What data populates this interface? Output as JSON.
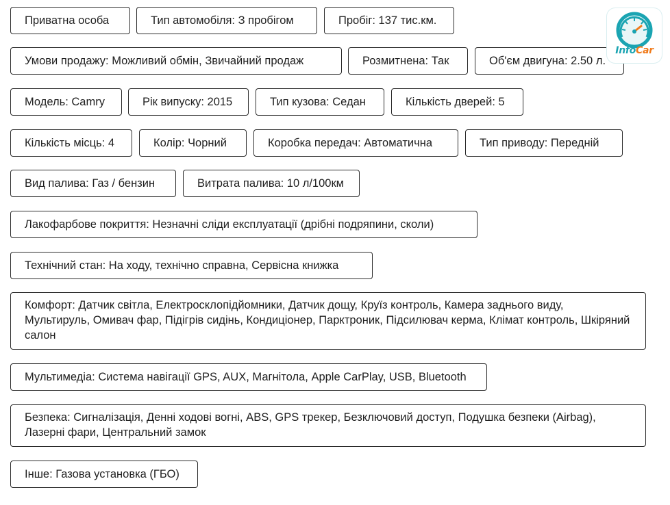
{
  "specs": [
    {
      "key": "seller",
      "text": "Приватна особа"
    },
    {
      "key": "vehicle_type",
      "text": "Тип автомобіля: З пробігом"
    },
    {
      "key": "mileage",
      "text": "Пробіг: 137 тис.км."
    },
    {
      "key": "sale_terms",
      "text": "Умови продажу: Можливий обмін, Звичайний продаж"
    },
    {
      "key": "customs",
      "text": "Розмитнена: Так"
    },
    {
      "key": "engine_volume",
      "text": "Об'єм двигуна: 2.50 л."
    },
    {
      "key": "model",
      "text": "Модель: Camry"
    },
    {
      "key": "year",
      "text": "Рік випуску: 2015"
    },
    {
      "key": "body_type",
      "text": "Тип кузова: Седан"
    },
    {
      "key": "doors",
      "text": "Кількість дверей: 5"
    },
    {
      "key": "seats",
      "text": "Кількість місць: 4"
    },
    {
      "key": "color",
      "text": "Колір: Чорний"
    },
    {
      "key": "gearbox",
      "text": "Коробка передач: Автоматична"
    },
    {
      "key": "drive",
      "text": "Тип приводу: Передній"
    },
    {
      "key": "fuel",
      "text": "Вид палива: Газ / бензин"
    },
    {
      "key": "consumption",
      "text": "Витрата палива: 10 л/100км"
    },
    {
      "key": "paint",
      "text": "Лакофарбове покриття: Незначні сліди експлуатації (дрібні подряпини, сколи)"
    },
    {
      "key": "condition",
      "text": "Технічний стан: На ходу, технічно справна, Сервісна книжка"
    },
    {
      "key": "comfort",
      "text": "Комфорт: Датчик світла, Електросклопідйомники, Датчик дощу, Круїз контроль, Камера заднього виду, Мультируль, Омивач фар, Підігрів сидінь, Кондиціонер, Парктроник, Підсилювач керма, Клімат контроль, Шкіряний салон"
    },
    {
      "key": "multimedia",
      "text": "Мультимедіа: Система навігації GPS, AUX, Магнітола, Apple CarPlay, USB, Bluetooth"
    },
    {
      "key": "safety",
      "text": "Безпека: Сигналізація, Денні ходові вогні, ABS, GPS трекер, Безключовий доступ, Подушка безпеки (Airbag), Лазерні фари, Центральний замок"
    },
    {
      "key": "other",
      "text": "Інше: Газова установка (ГБО)"
    }
  ],
  "logo": {
    "icon": "speedometer-icon",
    "text_part1": "Info",
    "text_part2": "Car",
    "colors": {
      "teal": "#1aa4b2",
      "orange": "#f07a1a"
    }
  }
}
